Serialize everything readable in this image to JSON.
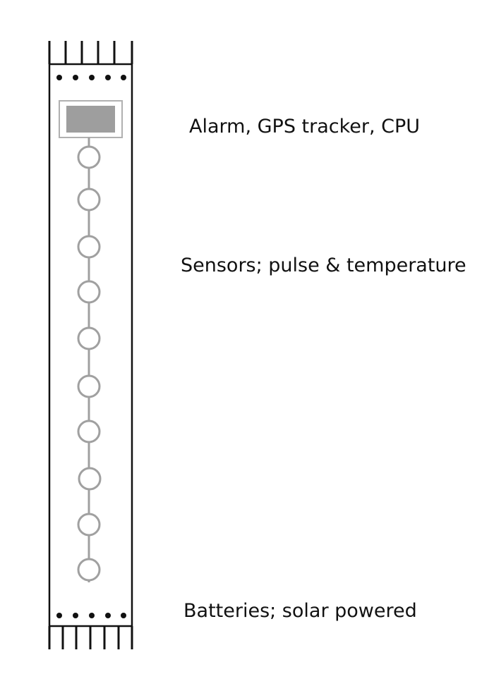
{
  "labels": {
    "top": "Alarm, GPS tracker, CPU",
    "middle": "Sensors; pulse & temperature",
    "bottom": "Batteries; solar powered"
  },
  "device": {
    "sensor_count": 10,
    "top_dot_count": 5,
    "bottom_dot_count": 5,
    "top_prong_count": 6,
    "bottom_prong_count": 7
  },
  "colors": {
    "outline": "#111111",
    "sensor": "#a0a0a0",
    "display_fill": "#9e9e9e",
    "display_frame": "#b0b0b0"
  }
}
